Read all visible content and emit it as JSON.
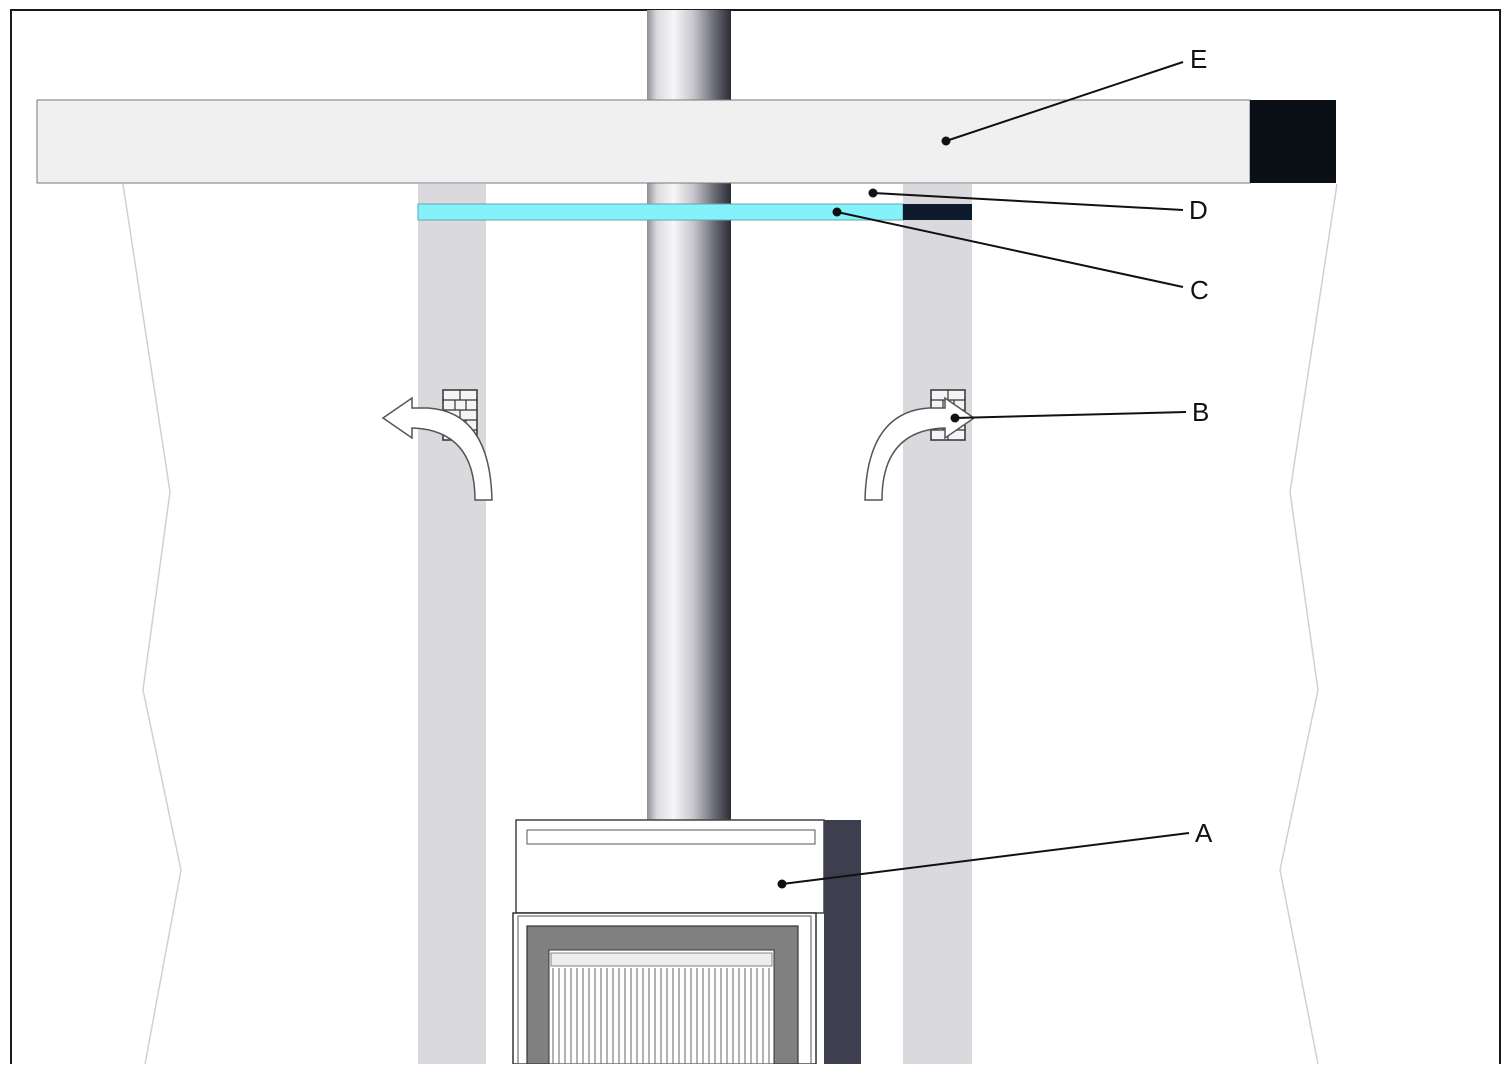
{
  "labels": {
    "a": "A",
    "b": "B",
    "c": "C",
    "d": "D",
    "e": "E"
  },
  "colors": {
    "frame": "#1a1a1a",
    "wall_outline": "#d0d0d0",
    "enclosure": "#d9d9de",
    "ceiling_beam": "#f0f0f0",
    "ceiling_beam_end": "#0b0f16",
    "insulation_board": "#85f1fb",
    "insulation_board_end": "#0d1a2c",
    "stove_side": "#3d3f4e",
    "stove_inner": "#808080",
    "leader": "#111111"
  }
}
